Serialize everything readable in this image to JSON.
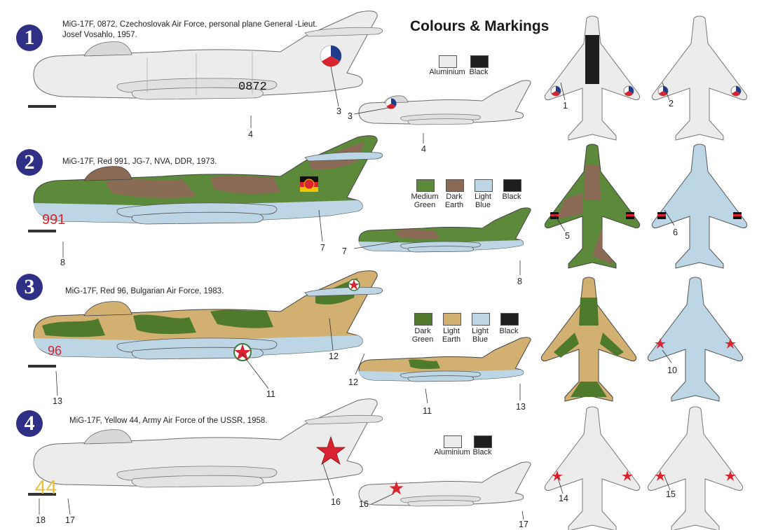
{
  "title": "Colours & Markings",
  "schemes": [
    {
      "badge": "1",
      "description_line1": "MiG-17F, 0872, Czechoslovak Air Force, personal plane General -Lieut.",
      "description_line2": "Josef Vosahlo, 1957.",
      "serial": "0872"
    },
    {
      "badge": "2",
      "description_line1": "MiG-17F, Red 991, JG-7, NVA, DDR, 1973.",
      "serial": "991"
    },
    {
      "badge": "3",
      "description_line1": "MiG-17F, Red 96, Bulgarian Air Force, 1983.",
      "serial": "96"
    },
    {
      "badge": "4",
      "description_line1": "MiG-17F, Yellow 44, Army Air Force of the USSR, 1958.",
      "serial": "44"
    }
  ],
  "palettes": [
    {
      "swatches": [
        {
          "line1": "Aluminium",
          "line2": "",
          "color": "#ececec"
        },
        {
          "line1": "Black",
          "line2": "",
          "color": "#1e1e1e"
        }
      ]
    },
    {
      "swatches": [
        {
          "line1": "Medium",
          "line2": "Green",
          "color": "#5d8a3a"
        },
        {
          "line1": "Dark",
          "line2": "Earth",
          "color": "#8a6a55"
        },
        {
          "line1": "Light",
          "line2": "Blue",
          "color": "#bcd6e6"
        },
        {
          "line1": "Black",
          "line2": "",
          "color": "#1e1e1e"
        }
      ]
    },
    {
      "swatches": [
        {
          "line1": "Dark",
          "line2": "Green",
          "color": "#4f7a2c"
        },
        {
          "line1": "Light",
          "line2": "Earth",
          "color": "#d1b072"
        },
        {
          "line1": "Light",
          "line2": "Blue",
          "color": "#bcd6e6"
        },
        {
          "line1": "Black",
          "line2": "",
          "color": "#1e1e1e"
        }
      ]
    },
    {
      "swatches": [
        {
          "line1": "Aluminium",
          "line2": "",
          "color": "#ececec"
        },
        {
          "line1": "Black",
          "line2": "",
          "color": "#1e1e1e"
        }
      ]
    }
  ],
  "callouts": {
    "s1": [
      "4",
      "3",
      "3",
      "4",
      "1",
      "2"
    ],
    "s2": [
      "8",
      "7",
      "7",
      "8",
      "5",
      "6"
    ],
    "s3": [
      "13",
      "11",
      "12",
      "12",
      "11",
      "13",
      "10"
    ],
    "s4": [
      "18",
      "17",
      "16",
      "16",
      "17",
      "14",
      "15"
    ]
  },
  "colors": {
    "badge": "#2f2f86",
    "aluminium": "#ececec",
    "medium_green": "#5d8a3a",
    "dark_earth": "#8a6a55",
    "light_blue": "#bcd6e6",
    "dark_green": "#4f7a2c",
    "light_earth": "#d1b072",
    "red_star": "#d9232e",
    "yellow_number": "#e3c23a"
  }
}
